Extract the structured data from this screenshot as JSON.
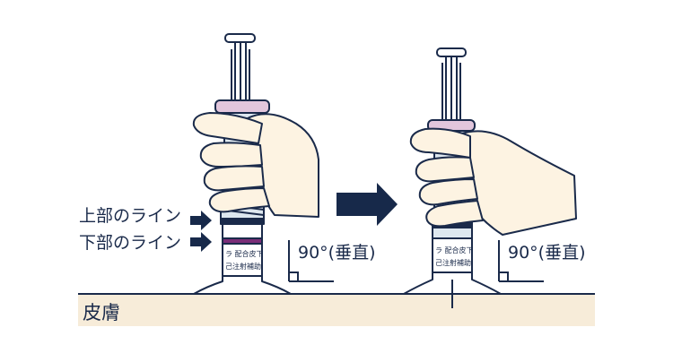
{
  "labels": {
    "upper_line": "上部のライン",
    "lower_line": "下部のライン",
    "angle_left": "90°(垂直)",
    "angle_right": "90°(垂直)",
    "skin": "皮膚"
  },
  "syringe_text": {
    "line1": "ラ 配合皮下",
    "line2": "己注射補助"
  },
  "colors": {
    "outline": "#1a2a4a",
    "skin_band": "#f7ecd9",
    "hand_fill": "#fdf3e2",
    "cap_pink": "#e2c6dc",
    "stripe_purple": "#7a2e78",
    "barrel_blue": "#dde7ef",
    "arrow_navy": "#17294a"
  }
}
